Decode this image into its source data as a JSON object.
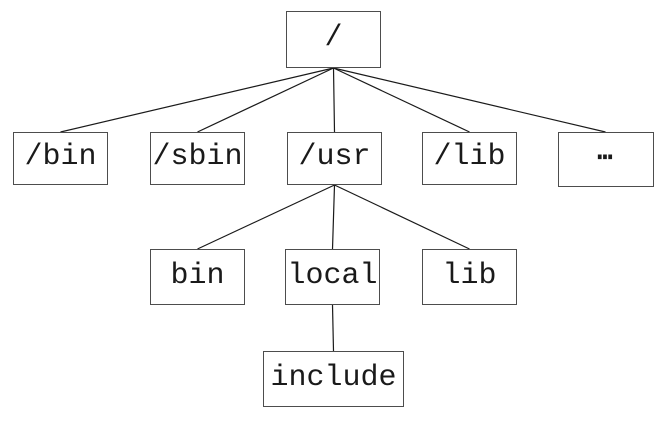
{
  "diagram": {
    "type": "tree",
    "nodes": {
      "root": {
        "label": "/"
      },
      "bin1": {
        "label": "/bin"
      },
      "sbin": {
        "label": "/sbin"
      },
      "usr": {
        "label": "/usr"
      },
      "lib1": {
        "label": "/lib"
      },
      "more": {
        "label": "⋯"
      },
      "bin2": {
        "label": "bin"
      },
      "local": {
        "label": "local"
      },
      "lib2": {
        "label": "lib"
      },
      "include": {
        "label": "include"
      }
    },
    "edges": [
      {
        "from": "/",
        "to": "/bin"
      },
      {
        "from": "/",
        "to": "/sbin"
      },
      {
        "from": "/",
        "to": "/usr"
      },
      {
        "from": "/",
        "to": "/lib"
      },
      {
        "from": "/",
        "to": "⋯"
      },
      {
        "from": "/usr",
        "to": "bin"
      },
      {
        "from": "/usr",
        "to": "local"
      },
      {
        "from": "/usr",
        "to": "lib"
      },
      {
        "from": "local",
        "to": "include"
      }
    ],
    "colors": {
      "background": "#ffffff",
      "box_border": "#4d4d4d",
      "edge_line": "#1a1a1a",
      "text": "#1a1a1a"
    }
  }
}
